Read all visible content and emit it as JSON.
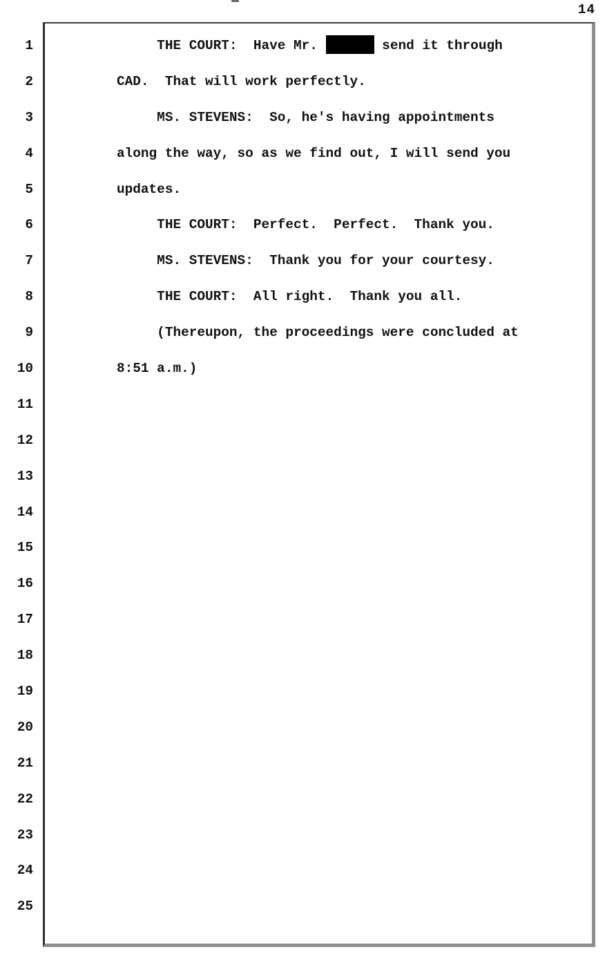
{
  "page": {
    "number": "14"
  },
  "colors": {
    "background": "#ffffff",
    "text": "#111111",
    "border_dark": "#3c3c3c",
    "border_shadow": "#8e8e8e",
    "redaction": "#000000"
  },
  "transcript": {
    "line_count": 25,
    "lines": [
      {
        "num": "1",
        "segments": [
          {
            "text": "     THE COURT:  Have Mr. "
          },
          {
            "redacted": true
          },
          {
            "text": " send it through"
          }
        ]
      },
      {
        "num": "2",
        "segments": [
          {
            "text": "CAD.  That will work perfectly."
          }
        ]
      },
      {
        "num": "3",
        "segments": [
          {
            "text": "     MS. STEVENS:  So, he's having appointments"
          }
        ]
      },
      {
        "num": "4",
        "segments": [
          {
            "text": "along the way, so as we find out, I will send you"
          }
        ]
      },
      {
        "num": "5",
        "segments": [
          {
            "text": "updates."
          }
        ]
      },
      {
        "num": "6",
        "segments": [
          {
            "text": "     THE COURT:  Perfect.  Perfect.  Thank you."
          }
        ]
      },
      {
        "num": "7",
        "segments": [
          {
            "text": "     MS. STEVENS:  Thank you for your courtesy."
          }
        ]
      },
      {
        "num": "8",
        "segments": [
          {
            "text": "     THE COURT:  All right.  Thank you all."
          }
        ]
      },
      {
        "num": "9",
        "segments": [
          {
            "text": "     (Thereupon, the proceedings were concluded at"
          }
        ]
      },
      {
        "num": "10",
        "segments": [
          {
            "text": "8:51 a.m.)"
          }
        ]
      },
      {
        "num": "11",
        "segments": []
      },
      {
        "num": "12",
        "segments": []
      },
      {
        "num": "13",
        "segments": []
      },
      {
        "num": "14",
        "segments": []
      },
      {
        "num": "15",
        "segments": []
      },
      {
        "num": "16",
        "segments": []
      },
      {
        "num": "17",
        "segments": []
      },
      {
        "num": "18",
        "segments": []
      },
      {
        "num": "19",
        "segments": []
      },
      {
        "num": "20",
        "segments": []
      },
      {
        "num": "21",
        "segments": []
      },
      {
        "num": "22",
        "segments": []
      },
      {
        "num": "23",
        "segments": []
      },
      {
        "num": "24",
        "segments": []
      },
      {
        "num": "25",
        "segments": []
      }
    ]
  }
}
